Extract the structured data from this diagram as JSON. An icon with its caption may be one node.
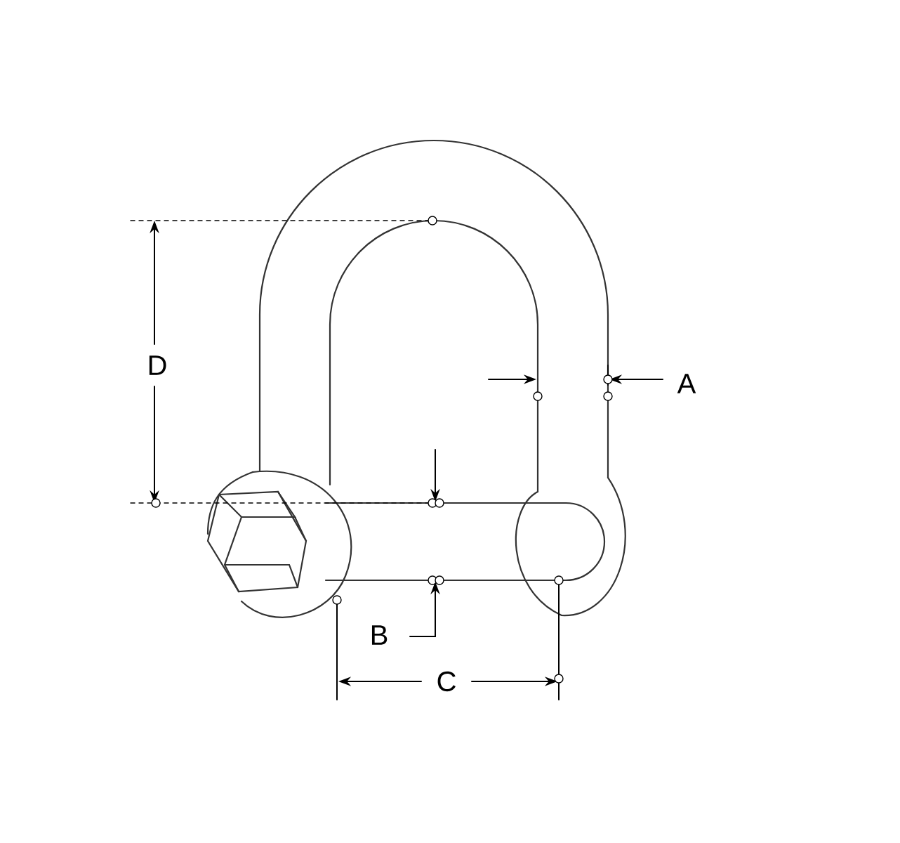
{
  "diagram": {
    "labels": [
      "D",
      "A",
      "B",
      "C"
    ]
  }
}
